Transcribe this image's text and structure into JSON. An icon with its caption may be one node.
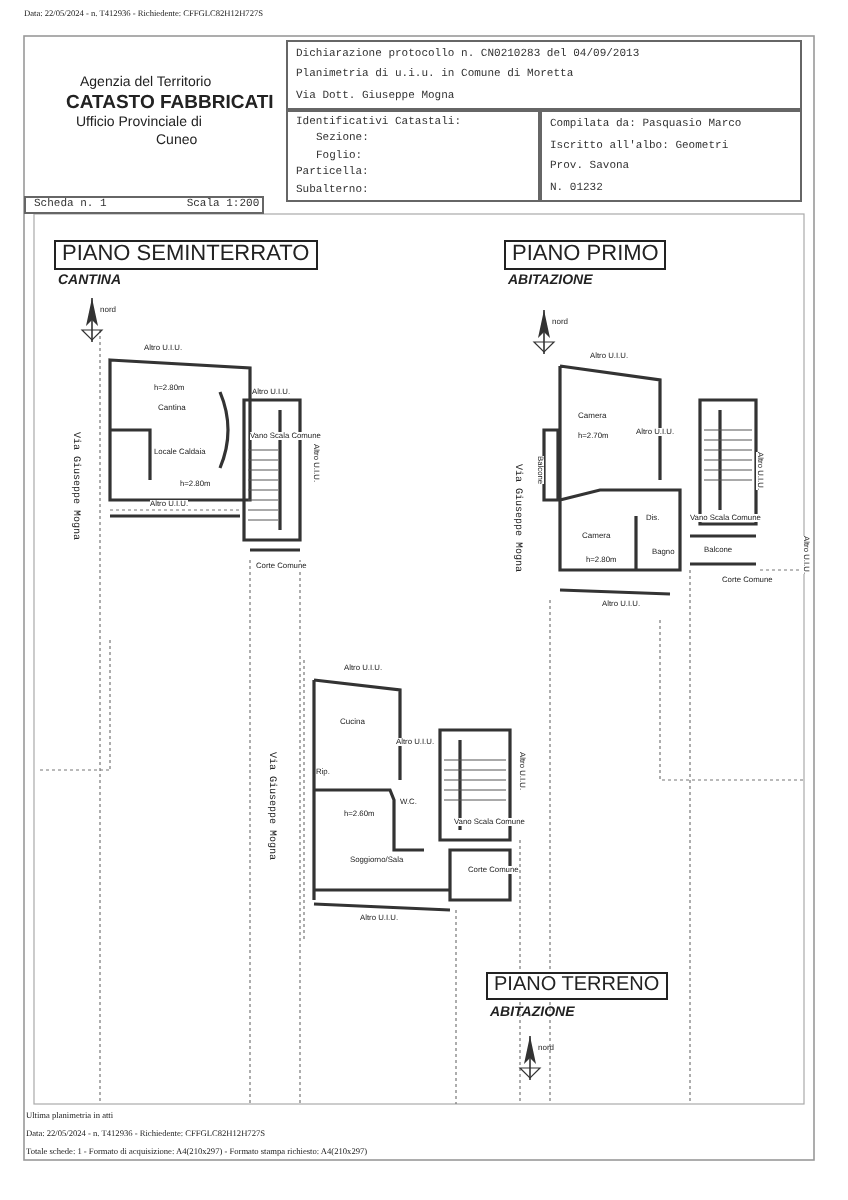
{
  "diagram": {
    "nodes": [
      {
        "text": [
          "Dichiarazione protocollo n. CN0210283 del 04/09/2013",
          "Planimetria di u.i.u. in Comune di Moretta",
          "Via Dott. Giuseppe Mogna"
        ]
      },
      {
        "text": [
          "Identificativi Catastali:",
          "Sezione:",
          "Foglio:",
          "Particella:",
          "Subalterno:"
        ]
      },
      {
        "text": [
          "Compilata da: Pasquasio Marco",
          "Iscritto all'albo: Geometri",
          "Prov. Savona",
          "N. 01232"
        ]
      },
      {
        "text": [
          "Scheda n. 1",
          "Scala 1:200"
        ]
      },
      {
        "text": [
          "PIANO SEMINTERRATO"
        ],
        "beside": [
          "CANTINA"
        ]
      },
      {
        "text": [
          "PIANO PRIMO"
        ],
        "beside": [
          "ABITAZIONE"
        ]
      },
      {
        "text": [
          "PIANO TERRENO"
        ],
        "beside": [
          "ABITAZIONE"
        ]
      }
    ],
    "labels": [
      "Data: 22/05/2024 - n. T412936 - Richiedente: CFFGLC82H12H727S",
      "Agenzia del Territorio",
      "CATASTO FABBRICATI",
      "Ufficio Provinciale di",
      "Cuneo",
      "nord",
      "Altro U.I.U.",
      "h=2.80m",
      "Cantina",
      "Altro U.I.U.",
      "Vano Scala Comune",
      "Locale Caldaia",
      "h=2.80m",
      "Altro U.I.U.",
      "Via Giuseppe Mogna",
      "Altro U.I.U.",
      "Corte Comune",
      "nord",
      "Altro U.I.U.",
      "Camera",
      "h=2.70m",
      "Altro U.I.U.",
      "Balcone",
      "Via Giuseppe Mogna",
      "Altro U.I.U.",
      "Dis.",
      "Vano Scala Comune",
      "Camera",
      "h=2.80m",
      "Bagno",
      "Balcone",
      "Corte Comune",
      "Altro U.I.U.",
      "Altro U.I.U.",
      "Altro U.I.U.",
      "Cucina",
      "Altro U.I.U.",
      "Rip.",
      "Via Giuseppe Mogna",
      "h=2.60m",
      "W.C.",
      "Vano Scala Comune",
      "Altro U.I.U.",
      "Soggiorno/Sala",
      "Corte Comune",
      "Altro U.I.U.",
      "nord",
      "Ultima planimetria in atti",
      "Data: 22/05/2024 - n. T412936 - Richiedente: CFFGLC82H12H727S",
      "Totale schede: 1 - Formato di acquisizione: A4(210x297) - Formato stampa richiesto: A4(210x297)"
    ]
  }
}
